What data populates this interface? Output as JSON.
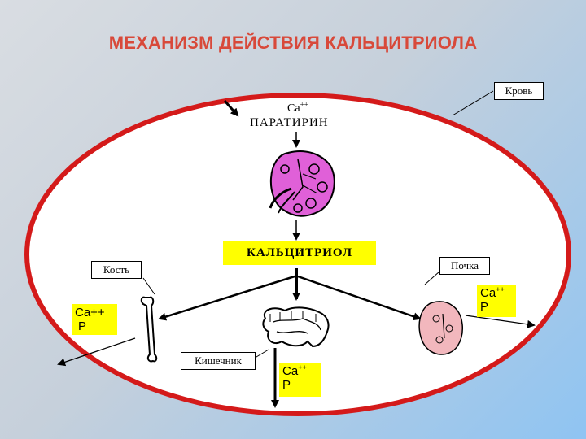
{
  "title": "МЕХАНИЗМ ДЕЙСТВИЯ КАЛЬЦИТРИОЛА",
  "labels": {
    "blood": "Кровь",
    "ca_top": "Ca",
    "ca_top_sup": "++",
    "parathyrin": "ПАРАТИРИН",
    "calcitriol": "КАЛЬЦИТРИОЛ",
    "bone": "Кость",
    "kidney": "Почка",
    "intestine": "Кишечник",
    "bone_ca": "Ca++",
    "bone_p": "P",
    "kidney_ca": "Ca",
    "kidney_ca_sup": "++",
    "kidney_p": "P",
    "gut_ca": "Ca",
    "gut_ca_sup": "++",
    "gut_p": "P"
  },
  "colors": {
    "title": "#d8493a",
    "oval_stroke": "#d41a1a",
    "highlight_box": "#ffff00",
    "parathyroid_kidney": "#e060d8",
    "kidney_pink": "#f2b7bd"
  },
  "icons": [
    "kidney-illustration",
    "bone-illustration",
    "intestine-illustration",
    "kidney-pink-illustration"
  ]
}
